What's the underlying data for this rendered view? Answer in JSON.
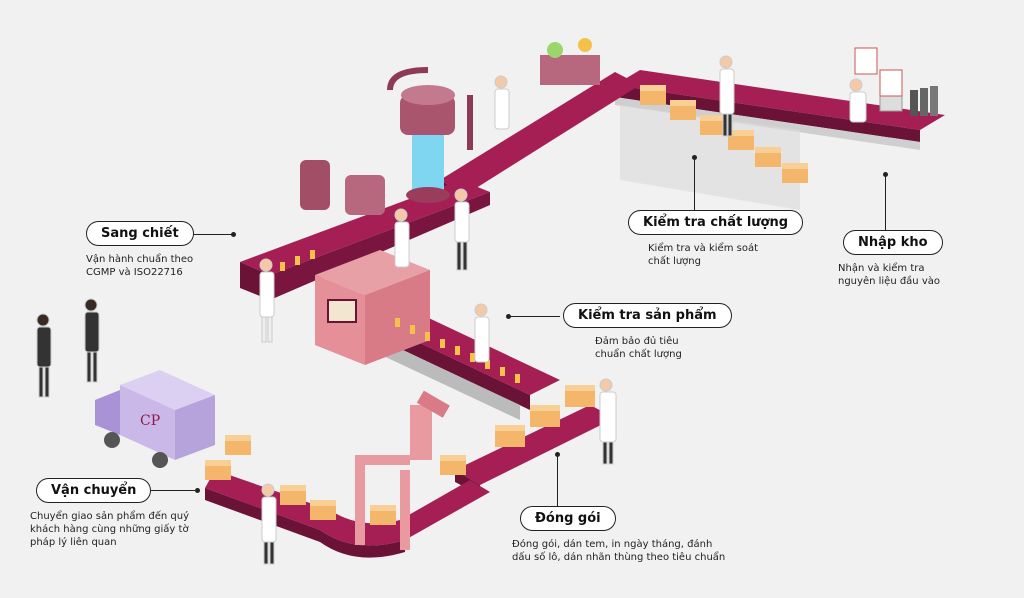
{
  "steps": {
    "sang_chiet": {
      "title": "Sang chiết",
      "desc": [
        "Vận hành chuẩn theo",
        "CGMP và ISO22716"
      ]
    },
    "kiem_tra_chat_luong": {
      "title": "Kiểm tra chất lượng",
      "desc": [
        "Kiểm tra và kiểm soát",
        "chất lượng"
      ]
    },
    "nhap_kho": {
      "title": "Nhập kho",
      "desc": [
        "Nhận và kiểm tra",
        "nguyên liệu đầu vào"
      ]
    },
    "kiem_tra_san_pham": {
      "title": "Kiểm tra sản phẩm",
      "desc": [
        "Đảm bảo đủ tiêu",
        "chuẩn chất lượng"
      ]
    },
    "van_chuyen": {
      "title": "Vận chuyển",
      "desc": [
        "Chuyển giao sản phẩm đến quý",
        "khách hàng cùng những giấy tờ",
        "pháp lý liên quan"
      ]
    },
    "dong_goi": {
      "title": "Đóng gói",
      "desc": [
        "Đóng gói, dán tem, in ngày tháng, đánh",
        "dấu số lô, dán nhãn thùng theo tiêu chuẩn"
      ]
    }
  },
  "truck_logo": "CP",
  "colors": {
    "belt": "#8e1a4a",
    "belt_dark": "#6b1237",
    "machine": "#a9556d",
    "box": "#f4b66a",
    "box_dark": "#e39a45",
    "truck": "#c9b8e8"
  }
}
